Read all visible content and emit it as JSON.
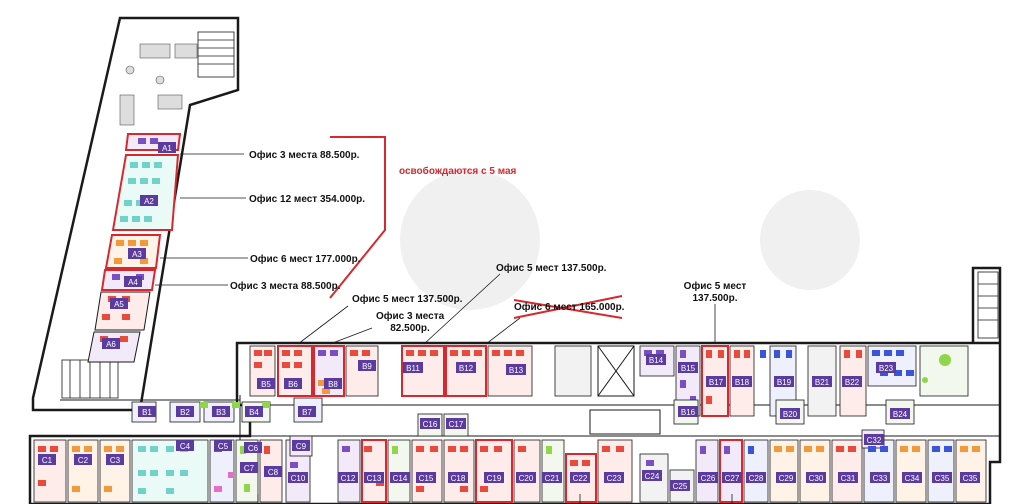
{
  "offers": {
    "a1": "Офис 3 места 88.500р.",
    "a2": "Офис 12 мест 354.000р.",
    "a3": "Офис 6 мест 177.000р.",
    "a4": "Офис 3 места 88.500р.",
    "released_note": "освобождаются с 5 мая",
    "b6_l1": "Офис 5 мест 137.500р.",
    "b10_l1": "Офис 3 места",
    "b10_l2": "82.500р.",
    "b12_l1": "Офис 5 мест 137.500р.",
    "b13_crossed": "Офис 6 мест 165.000р.",
    "b17_l1": "Офис 5 мест",
    "b17_l2": "137.500р."
  },
  "rooms": {
    "A1": "A1",
    "A2": "A2",
    "A3": "A3",
    "A4": "A4",
    "A5": "A5",
    "A6": "A6",
    "B1": "B1",
    "B2": "B2",
    "B3": "B3",
    "B4": "B4",
    "B5": "B5",
    "B6": "B6",
    "B7": "B7",
    "B8": "B8",
    "B9": "B9",
    "B11": "B11",
    "B12": "B12",
    "B13": "B13",
    "B14": "B14",
    "B15": "B15",
    "B16": "B16",
    "B17": "B17",
    "B18": "B18",
    "B19": "B19",
    "B20": "B20",
    "B21": "B21",
    "B22": "B22",
    "B23": "B23",
    "B24": "B24",
    "C1": "C1",
    "C2": "C2",
    "C3": "C3",
    "C4": "C4",
    "C5": "C5",
    "C6": "C6",
    "C7": "C7",
    "C8": "C8",
    "C9": "C9",
    "C10": "C10",
    "C12": "C12",
    "C13": "C13",
    "C14": "C14",
    "C15": "C15",
    "C16": "C16",
    "C17": "C17",
    "C18": "C18",
    "C19": "C19",
    "C20": "C20",
    "C21": "C21",
    "C22": "C22",
    "C23": "C23",
    "C24": "C24",
    "C25": "C25",
    "C26": "C26",
    "C27": "C27",
    "C28": "C28",
    "C29": "C29",
    "C30": "C30",
    "C31": "C31",
    "C32": "C32",
    "C33": "C33",
    "C34": "C34",
    "C35": "C35"
  },
  "colors": {
    "wall": "#1a1a1a",
    "highlight": "#d8282f",
    "label_fill": "#5b3c9e",
    "desk_red": "#e84a3c",
    "desk_orange": "#f29a3a",
    "desk_purple": "#7b4fc4",
    "desk_teal": "#6fd3c8",
    "desk_blue": "#3a55d9",
    "desk_green": "#8fd64a",
    "desk_pink": "#e46fc8"
  }
}
